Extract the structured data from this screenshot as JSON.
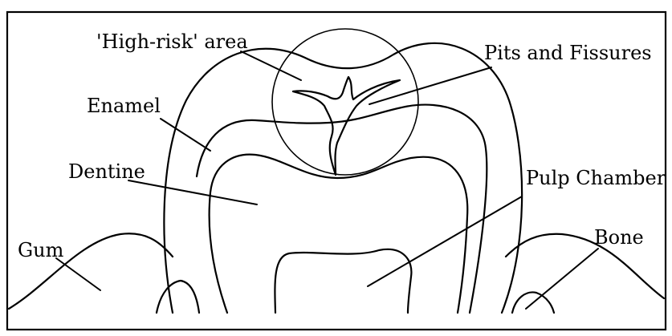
{
  "diagram": {
    "labels": {
      "high_risk": "'High-risk' area",
      "pits": "Pits and Fissures",
      "enamel": "Enamel",
      "dentine": "Dentine",
      "pulp": "Pulp Chamber",
      "gum": "Gum",
      "bone": "Bone"
    }
  }
}
